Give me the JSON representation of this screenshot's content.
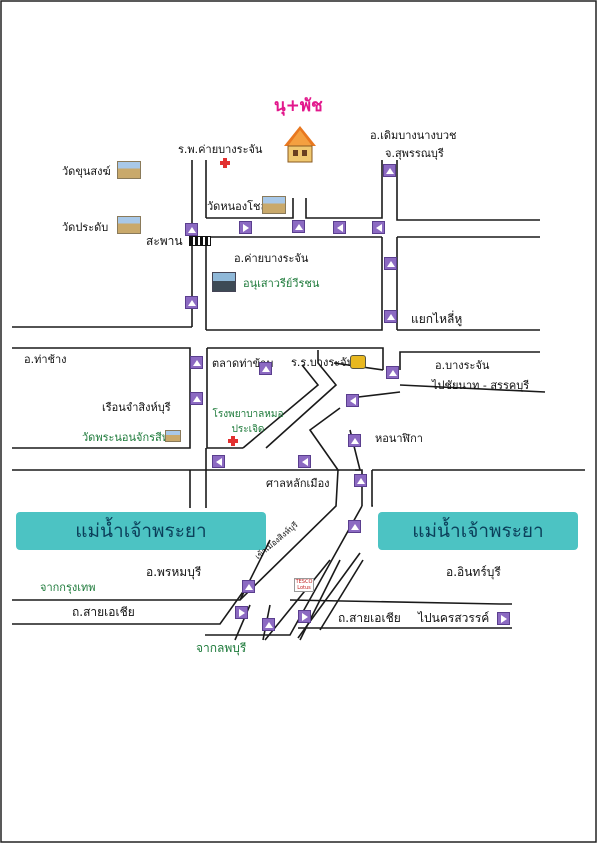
{
  "title": "นุ+พัช",
  "rivers": {
    "left": "แม่น้ำเจ้าพระยา",
    "right": "แม่น้ำเจ้าพระยา"
  },
  "labels": {
    "hospital_camp": "ร.พ.ค่ายบางระจัน",
    "district_derm": "อ.เดิมบางนางบวช",
    "province_suphan": "จ.สุพรรณบุรี",
    "wat_khun_song": "วัดขุนสงฆ์",
    "wat_nong_sano": "วัดหนองโชลง",
    "wat_pra_dap": "วัดประดับ",
    "bridge": "สะพาน",
    "district_khai": "อ.ค่ายบางระจัน",
    "monument": "อนุเสาวรีย์วีรชน",
    "yaek_li_hu": "แยกไหลี่หู",
    "district_tha_chang": "อ.ท่าช้าง",
    "market": "ตลาดท่าข้าม",
    "school": "ร.ร.บางระจัน",
    "district_bang_rachan": "อ.บางระจัน",
    "to_chainat": "ไปชัยนาท - สรรคบุรี",
    "boat_house": "เรือนจำสิงห์บุรี",
    "hospital_mo": "โรงพยาบาลหมอประเจิด",
    "wat_phra_non": "วัดพระนอนจักรสีห์",
    "clock_tower": "หอนาฬิกา",
    "city_pillar": "ศาลหลักเมือง",
    "into_singburi": "เข้าเมืองสิงห์บุรี",
    "district_phrom": "อ.พรหมบุรี",
    "district_in": "อ.อินทร์บุรี",
    "from_bangkok": "จากกรุงเทพ",
    "road_asia_left": "ถ.สายเอเชีย",
    "road_asia_right": "ถ.สายเอเชีย",
    "to_nakhon_sawan": "ไปนครสวรรค์",
    "from_lopburi": "จากลพบุรี",
    "tesco": "TESCO Lotus"
  },
  "colors": {
    "title": "#e2188c",
    "green_label": "#1d7a3a",
    "river": "#4cc3c3",
    "arrow": "#8c6ac2",
    "road": "#1a1a1a"
  },
  "icons": {
    "house": "house-icon",
    "temple": "temple-icon",
    "hospital": "red-cross-icon",
    "bridge": "bridge-icon",
    "monument": "monument-icon",
    "school": "school-bus-icon",
    "tesco": "tesco-logo-icon"
  }
}
